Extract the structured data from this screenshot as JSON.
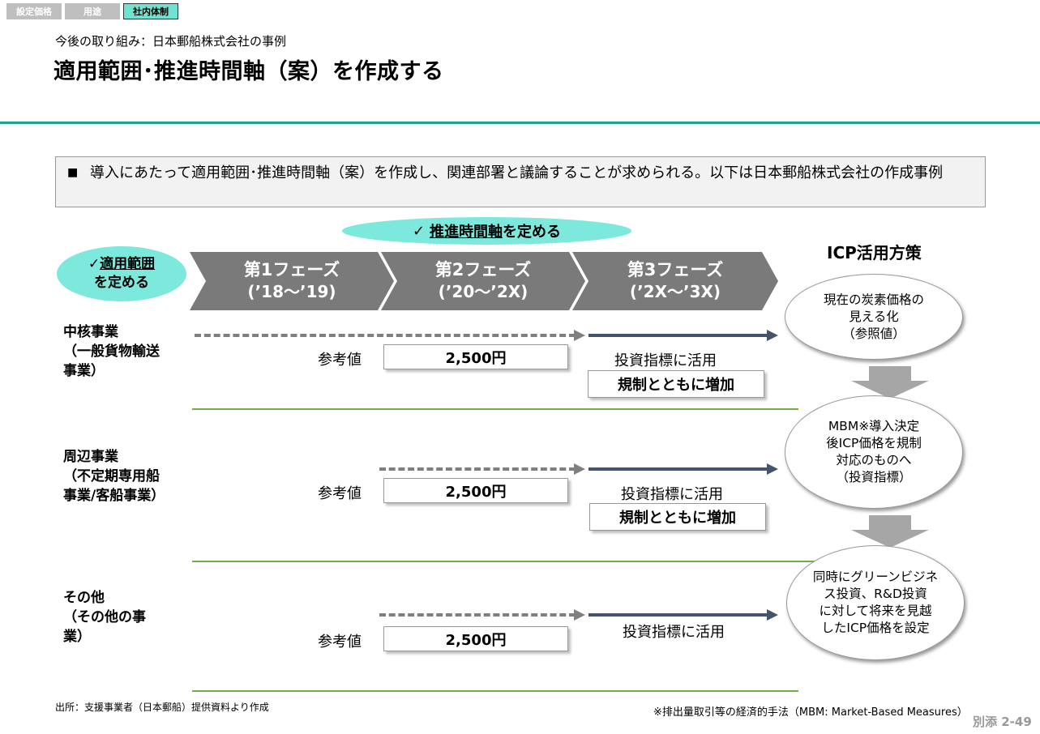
{
  "tabs": [
    {
      "label": "設定価格"
    },
    {
      "label": "用途"
    },
    {
      "label": "社内体制"
    }
  ],
  "subtitle": "今後の取り組み：日本郵船株式会社の事例",
  "title": "適用範囲･推進時間軸（案）を作成する",
  "notice": {
    "bullet": "■",
    "text": "導入にあたって適用範囲･推進時間軸（案）を作成し、関連部署と議論することが求められる。以下は日本郵船株式会社の作成事例"
  },
  "scope_oval": {
    "check": "✓",
    "line1": "適用範囲",
    "line2": "を定める"
  },
  "time_oval": {
    "check": "✓",
    "underlined": "推進時間軸",
    "rest": "を定める"
  },
  "phases": [
    {
      "line1": "第1フェーズ",
      "line2": "(’18～’19)"
    },
    {
      "line1": "第2フェーズ",
      "line2": "(’20～’2X)"
    },
    {
      "line1": "第3フェーズ",
      "line2": "(’2X～’3X)"
    }
  ],
  "icp_heading": "ICP活用方策",
  "rows": [
    {
      "label_lines": [
        "中核事業",
        "（一般貨物輸送",
        "事業）"
      ],
      "ref_label": "参考値",
      "price": "2,500円",
      "invest_label": "投資指標に活用",
      "reg_label": "規制とともに増加"
    },
    {
      "label_lines": [
        "周辺事業",
        "（不定期専用船",
        "事業/客船事業）"
      ],
      "ref_label": "参考値",
      "price": "2,500円",
      "invest_label": "投資指標に活用",
      "reg_label": "規制とともに増加"
    },
    {
      "label_lines": [
        "その他",
        "（その他の事",
        "業）"
      ],
      "ref_label": "参考値",
      "price": "2,500円",
      "invest_label": "投資指標に活用"
    }
  ],
  "icp_items": [
    {
      "lines": [
        "現在の炭素価格の",
        "見える化",
        "（参照値）"
      ]
    },
    {
      "lines": [
        "MBM※導入決定",
        "後ICP価格を規制",
        "対応のものへ",
        "（投資指標）"
      ]
    },
    {
      "lines": [
        "同時にグリーンビジネ",
        "ス投資、R&D投資",
        "に対して将来を見越",
        "したICP価格を設定"
      ]
    }
  ],
  "source": "出所：支援事業者（日本郵船）提供資料より作成",
  "footnote": "※排出量取引等の経済的手法（MBM: Market-Based Measures）",
  "page_number": "別添 2-49",
  "colors": {
    "accent": "#1aa38f",
    "oval": "#7de8dc",
    "phase": "#7a7a7a",
    "arrow": "#44546a",
    "separator": "#70ad47"
  }
}
